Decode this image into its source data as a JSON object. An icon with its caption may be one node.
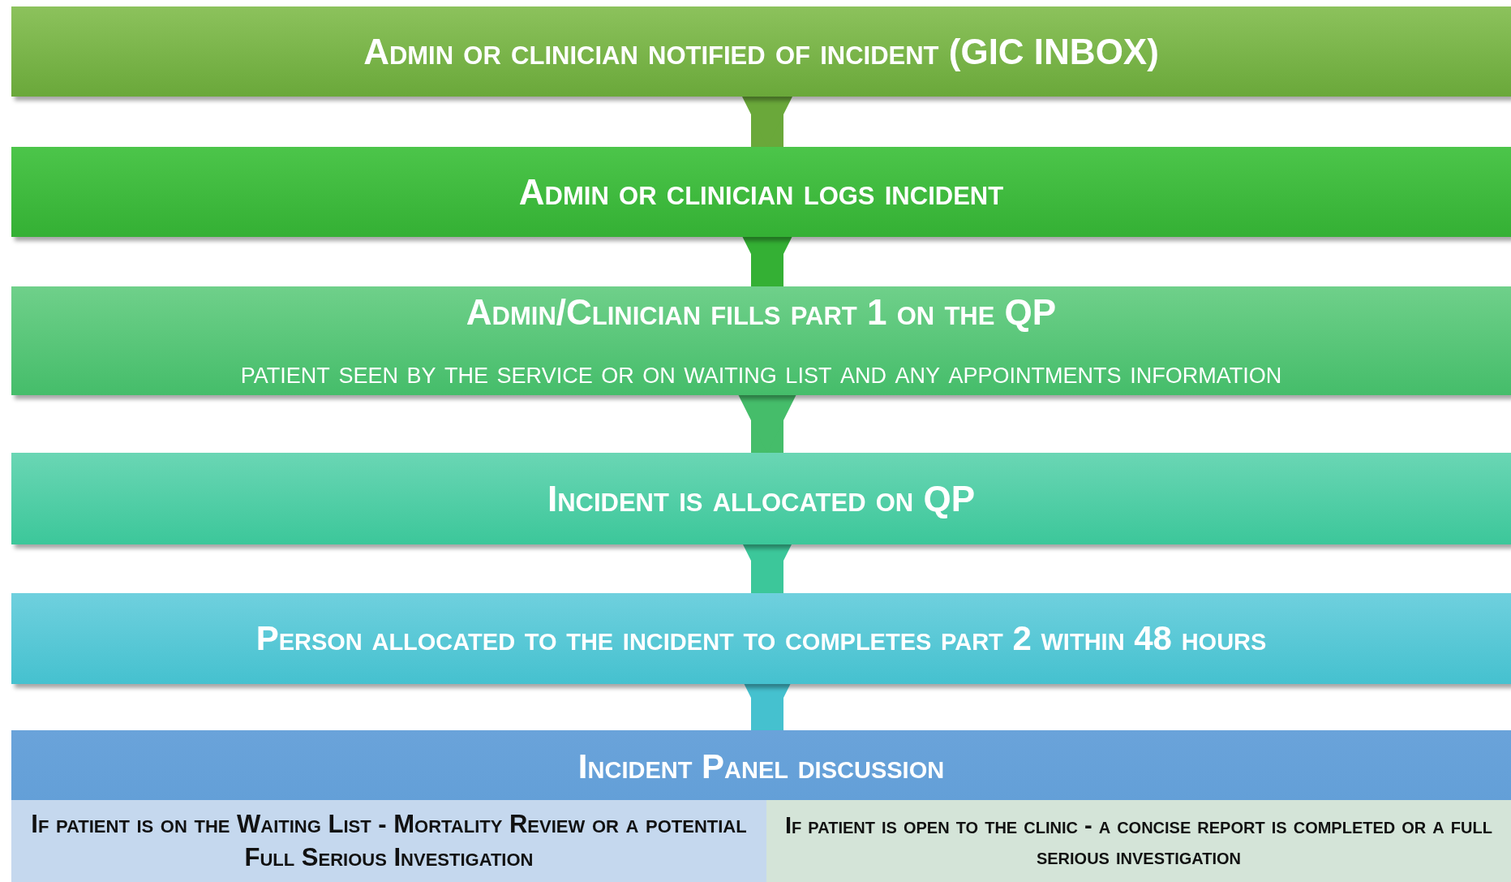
{
  "diagram": {
    "nodes": [
      {
        "text": [
          "Admin or clinician notified of incident (GIC INBOX)"
        ]
      },
      {
        "text": [
          "Admin or clinician logs incident"
        ]
      },
      {
        "text": [
          "Admin/Clinician fills part 1 on the QP",
          "patient seen by the service or on waiting list and any appointments information"
        ]
      },
      {
        "text": [
          "Incident is allocated on QP"
        ]
      },
      {
        "text": [
          "Person allocated to the incident to completes part 2 within 48 hours"
        ]
      },
      {
        "text": [
          "Incident Panel discussion"
        ]
      },
      {
        "text": [
          "If patient is on the Waiting List - Mortality Review or a potential Full Serious Investigation"
        ],
        "in": 5
      },
      {
        "text": [
          "If patient is open to the clinic - a concise report is completed or a full serious investigation"
        ],
        "in": 5
      }
    ],
    "edges": [
      {
        "from": 0,
        "to": 1,
        "arrow": "to",
        "color": "#6aa83a"
      },
      {
        "from": 1,
        "to": 2,
        "arrow": "to",
        "color": "#34b034"
      },
      {
        "from": 2,
        "to": 3,
        "arrow": "to",
        "color": "#45bd6a"
      },
      {
        "from": 3,
        "to": 4,
        "arrow": "to",
        "color": "#3cc79a"
      },
      {
        "from": 4,
        "to": 5,
        "arrow": "to",
        "color": "#45c1cf"
      }
    ]
  }
}
